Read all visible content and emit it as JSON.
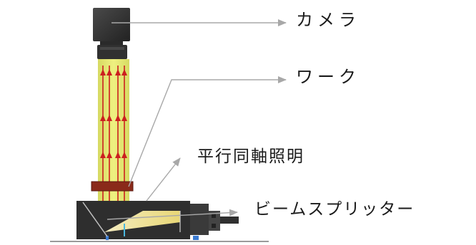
{
  "labels": {
    "camera": "カメラ",
    "work": "ワーク",
    "coaxial_light": "平行同軸照明",
    "beam_splitter": "ビームスプリッター"
  },
  "icons": {
    "camera": "camera-icon",
    "light_unit": "coaxial-light-unit-icon"
  },
  "colors": {
    "light_beam": "#e8ea6a",
    "arrow_red": "#cc1f1f",
    "leader_gray": "#a8a8a8",
    "camera_body": "#3a3a3a",
    "work_plate": "#8a2a1a",
    "housing": "#2e2e2e",
    "text": "#1a1a1a"
  }
}
